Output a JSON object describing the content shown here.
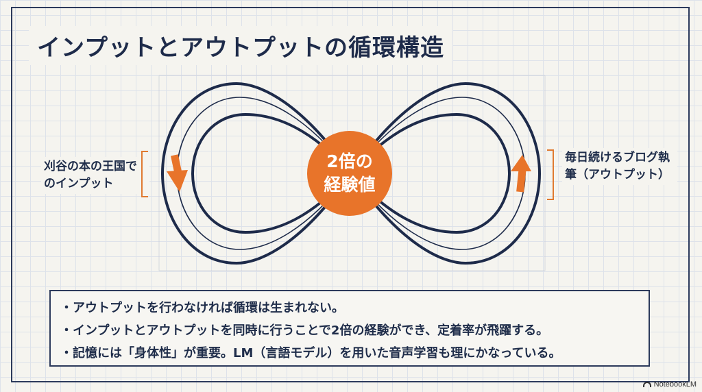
{
  "title": "インプットとアウトプットの循環構造",
  "diagram": {
    "center_line1": "2倍の",
    "center_line2": "経験値",
    "left_label": "刈谷の本の王国でのインプット",
    "right_label": "毎日続けるブログ執筆（アウトプット）"
  },
  "bullets": [
    "・アウトプットを行わなければ循環は生まれない。",
    "・インプットとアウトプットを同時に行うことで2倍の経験ができ、定着率が飛躍する。",
    "・記憶には「身体性」が重要。LM（言語モデル）を用いた音声学習も理にかなっている。"
  ],
  "badge": "NotebookLM",
  "colors": {
    "navy": "#1e2b4a",
    "orange": "#e8742a",
    "grid": "#dde2ea",
    "background": "#f5f4ef"
  }
}
